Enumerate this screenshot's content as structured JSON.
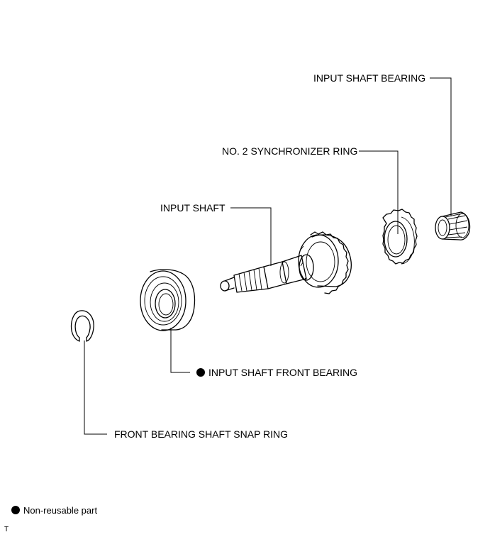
{
  "labels": {
    "input_shaft_bearing": "INPUT SHAFT BEARING",
    "no2_synchronizer_ring": "NO. 2 SYNCHRONIZER RING",
    "input_shaft": "INPUT SHAFT",
    "input_shaft_front_bearing": "INPUT SHAFT FRONT BEARING",
    "front_bearing_shaft_snap_ring": "FRONT BEARING SHAFT SNAP RING"
  },
  "legend": {
    "non_reusable": "Non-reusable part"
  },
  "footer_mark": "T",
  "icons": {
    "non_reusable": "filled-circle"
  }
}
